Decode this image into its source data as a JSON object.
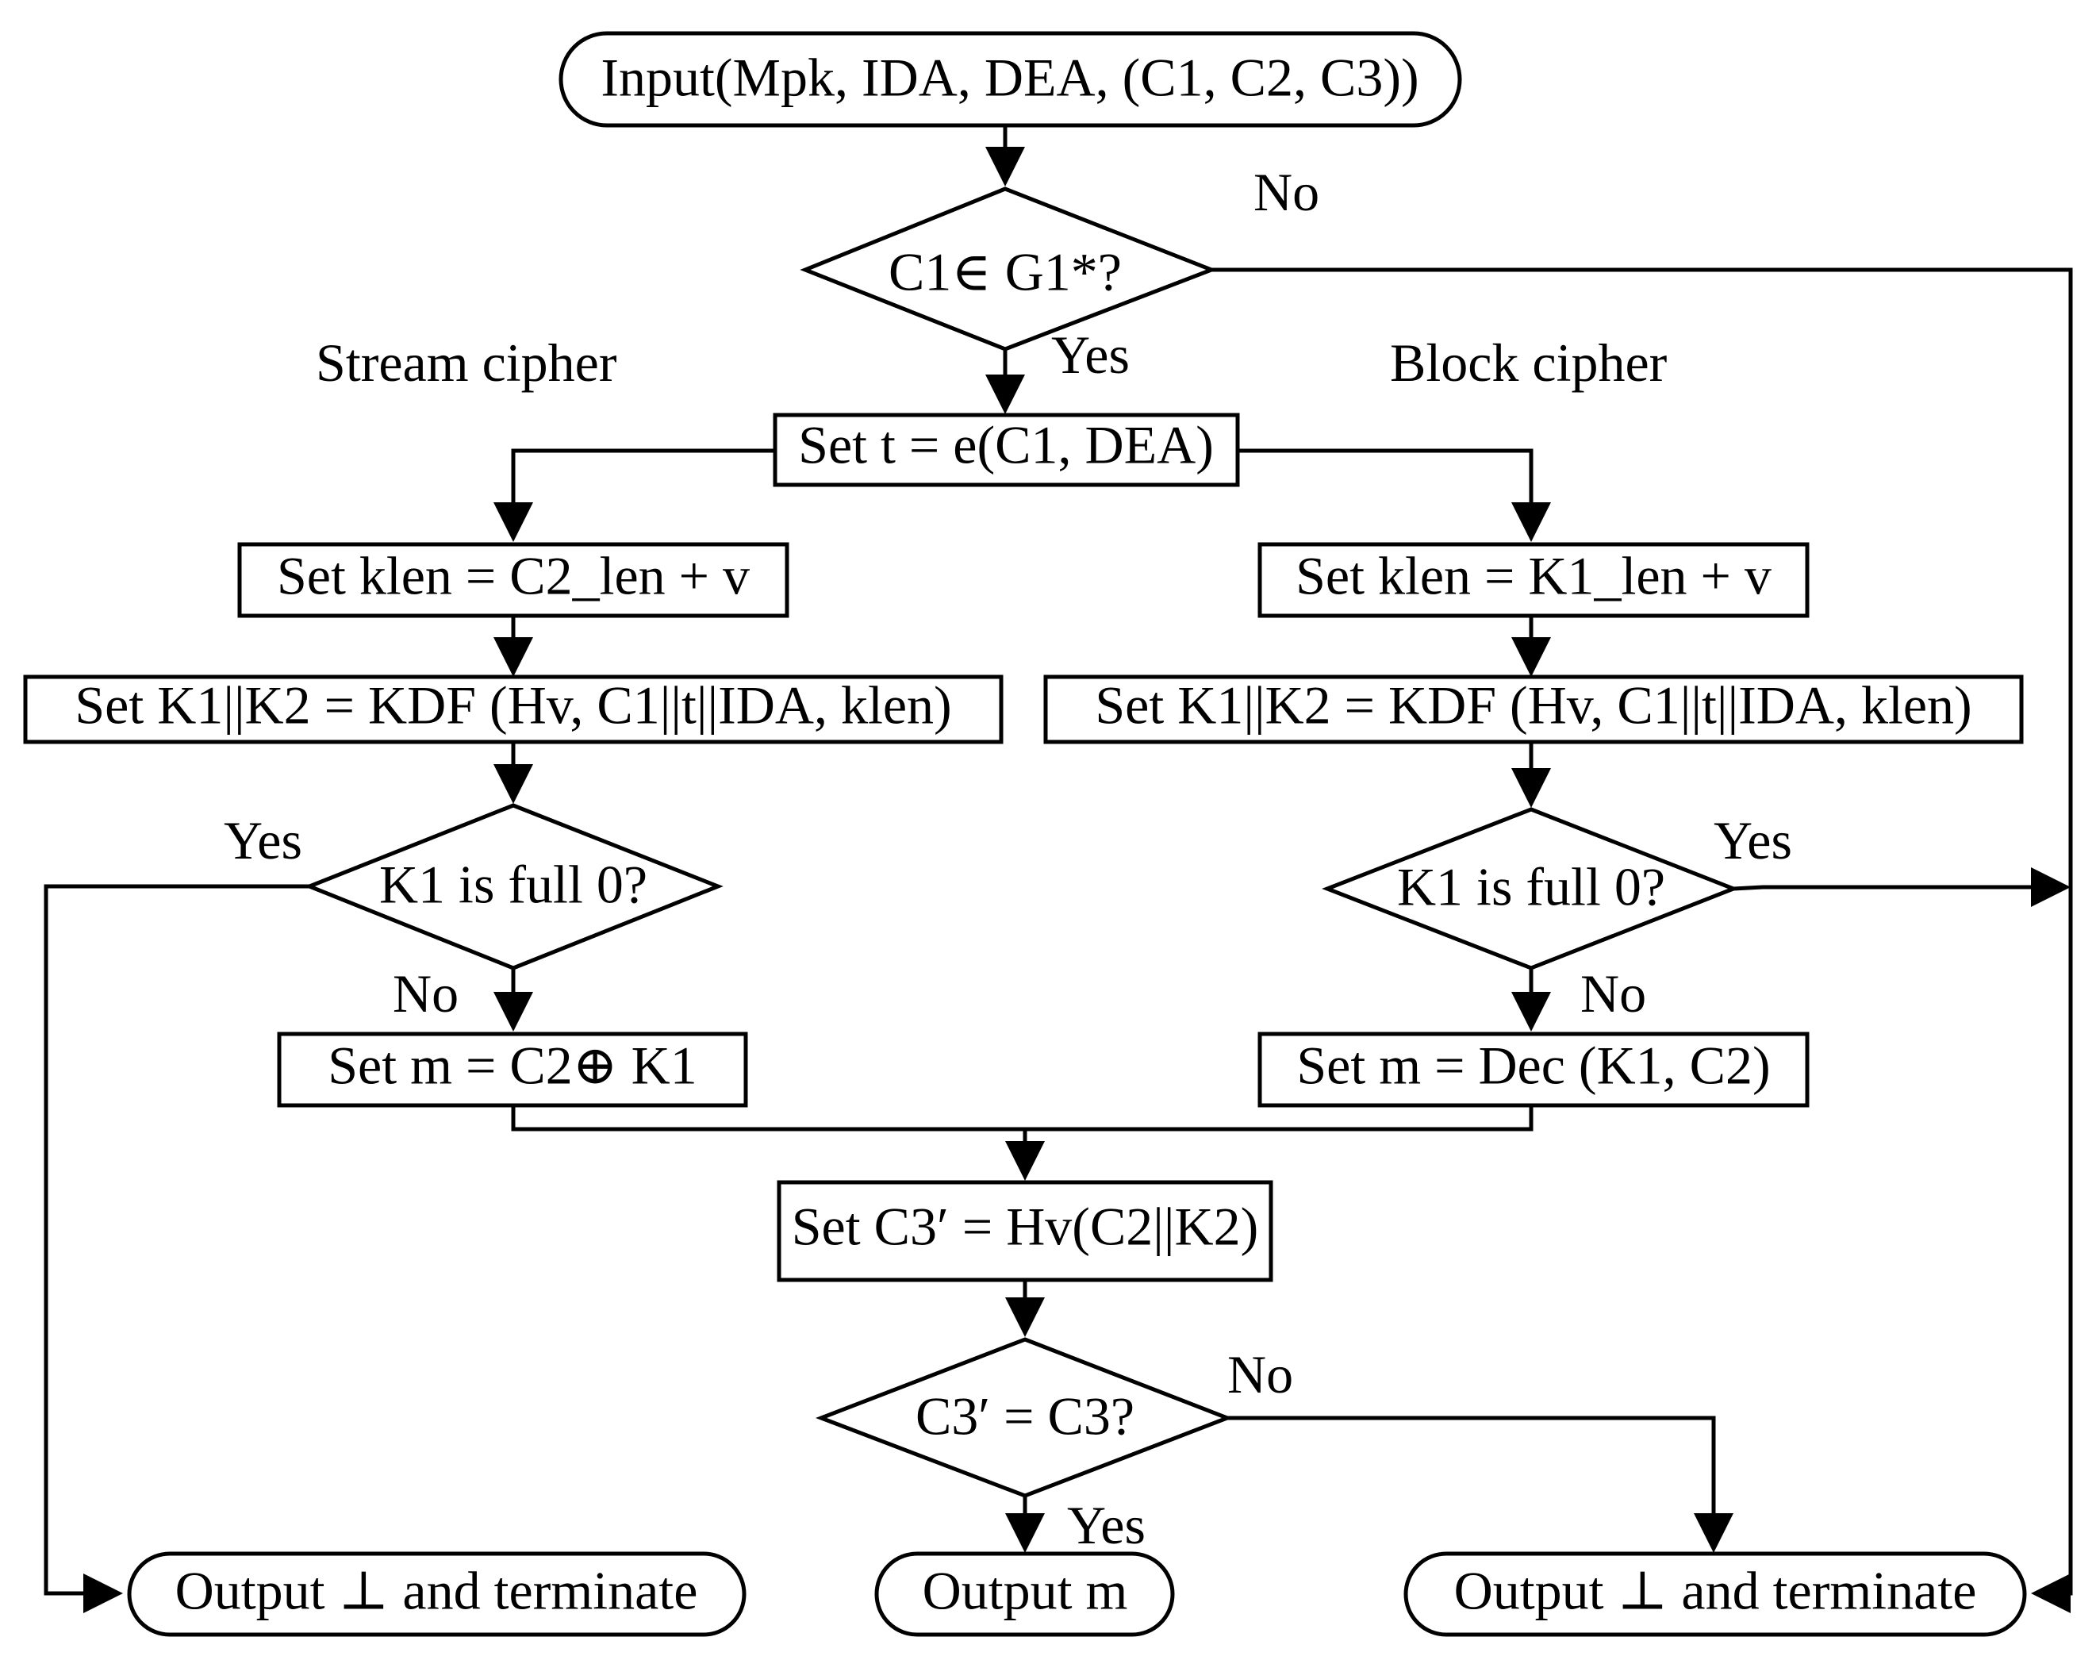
{
  "input": {
    "text": "Input(Mpk, IDA, DEA, (C1, C2, C3))"
  },
  "check_c1": {
    "text": "C1∈ G1*?"
  },
  "labels": {
    "stream_cipher": "Stream cipher",
    "block_cipher": "Block cipher",
    "no": "No",
    "yes": "Yes"
  },
  "set_t": {
    "text": "Set t = e(C1, DEA)"
  },
  "stream": {
    "set_klen": "Set klen = C2_len + v",
    "set_kdf": "Set K1||K2 = KDF (Hv, C1||t||IDA, klen)",
    "check_k1": "K1 is full 0?",
    "set_m": "Set m = C2⊕ K1",
    "output_fail": "Output ⊥ and terminate"
  },
  "block": {
    "set_klen": "Set klen = K1_len + v",
    "set_kdf": "Set K1||K2 = KDF (Hv, C1||t||IDA, klen)",
    "check_k1": "K1 is full 0?",
    "set_m": "Set m = Dec (K1, C2)",
    "output_fail": "Output ⊥ and terminate"
  },
  "set_c3": {
    "text": "Set C3′ = Hv(C2||K2)"
  },
  "check_c3": {
    "text": "C3′ = C3?"
  },
  "output_m": {
    "text": "Output m"
  }
}
